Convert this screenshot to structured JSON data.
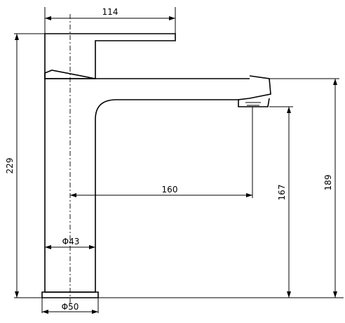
{
  "dimensions": {
    "handle_length": "114",
    "total_height": "229",
    "spout_reach": "160",
    "spout_clearance": "167",
    "spout_height": "189",
    "body_diameter": "Φ43",
    "base_diameter": "Φ50"
  }
}
